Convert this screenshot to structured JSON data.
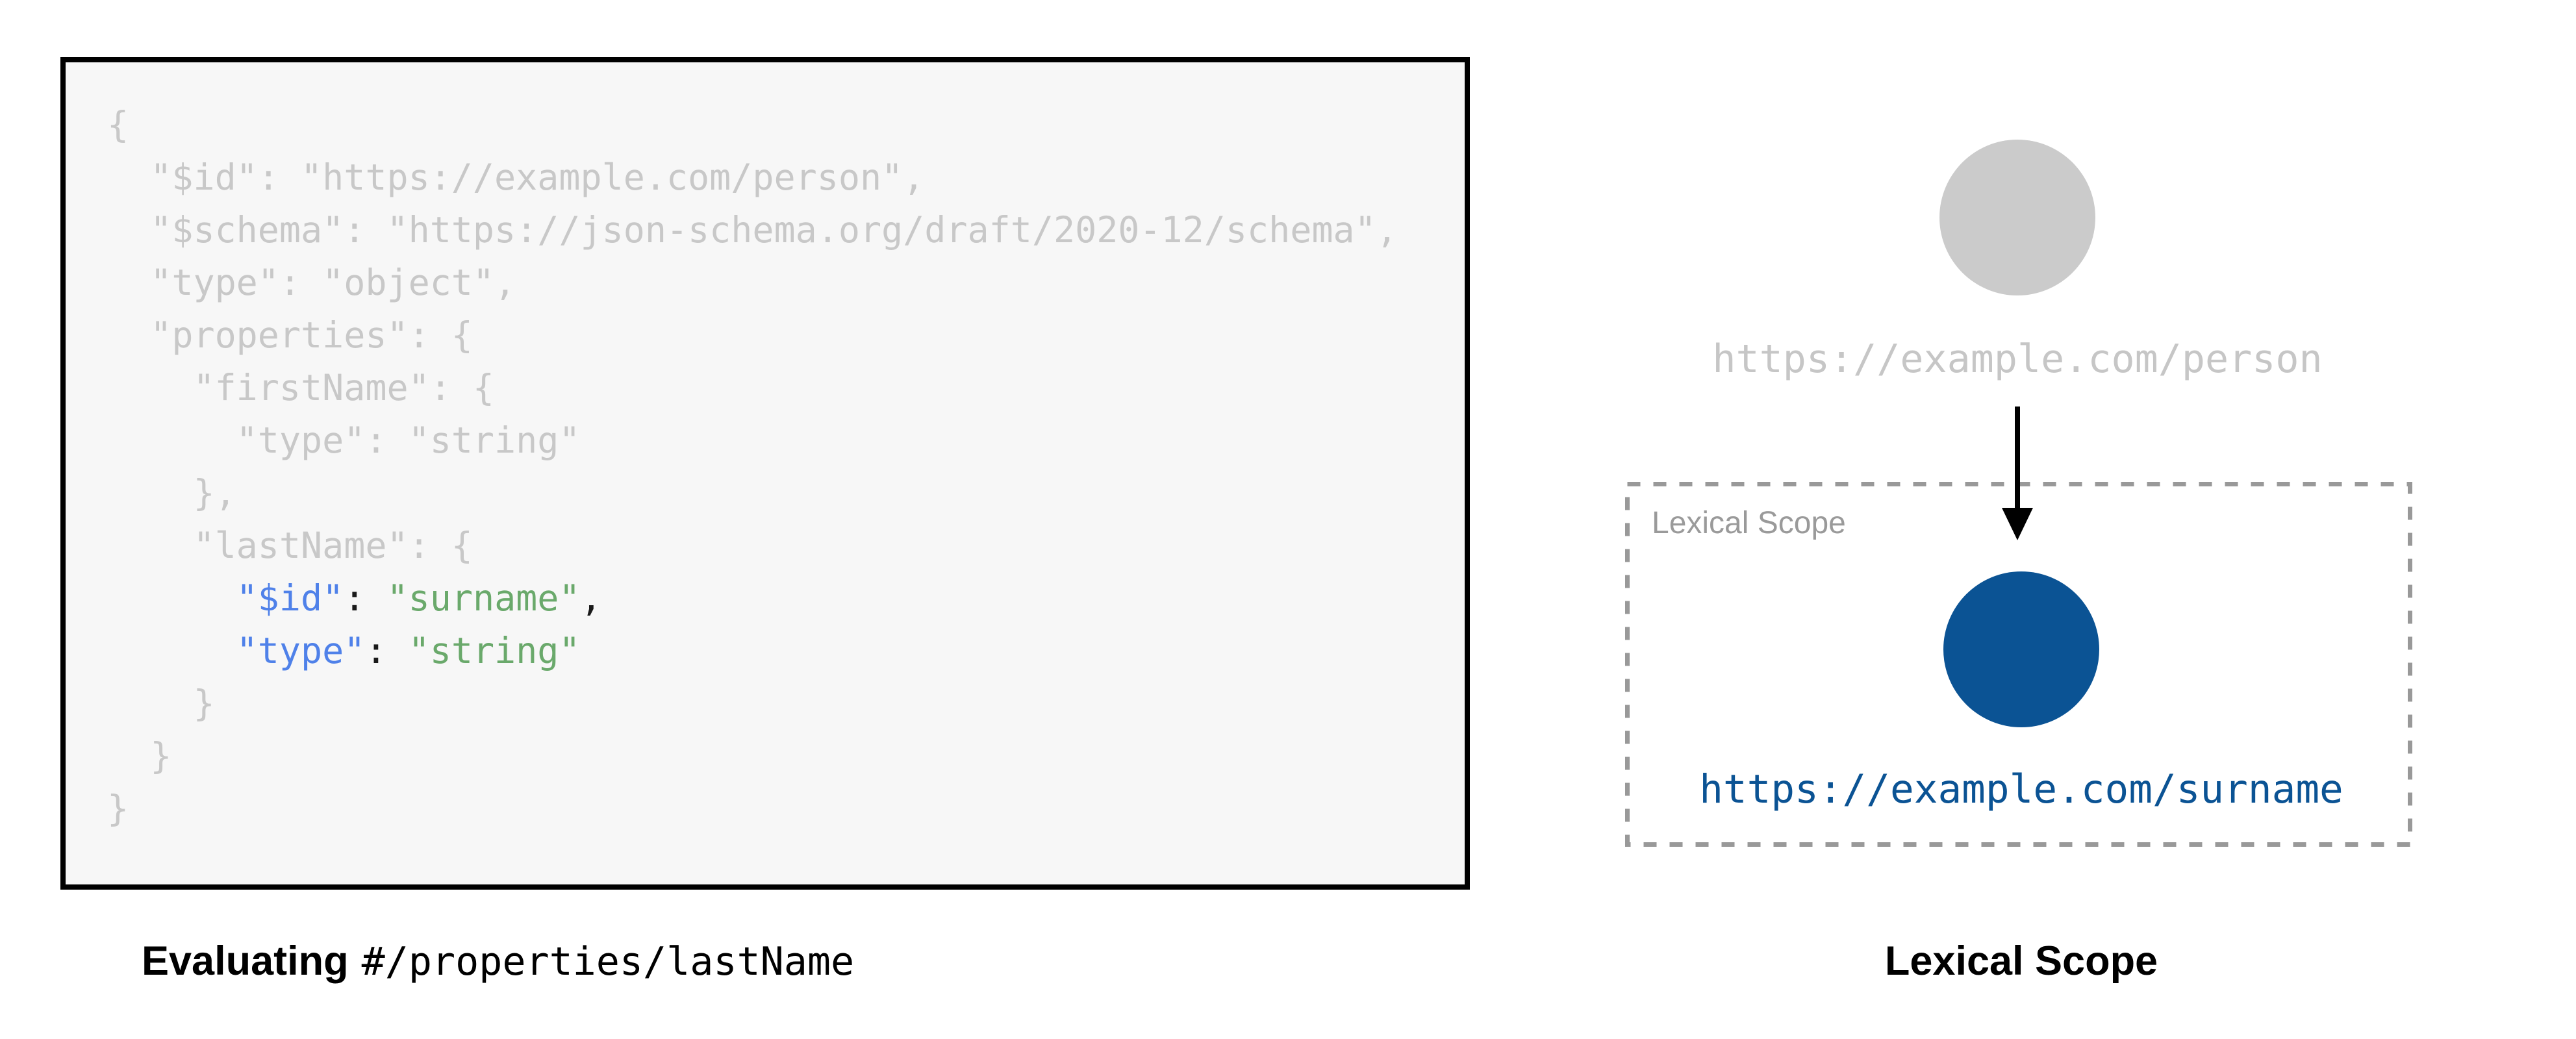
{
  "figure": {
    "background": "#FFFFFF"
  },
  "code_panel": {
    "background": "#F7F7F7",
    "border_color": "#000000",
    "colors": {
      "dim": "#C8C8C8",
      "key": "#4F81E9",
      "string": "#6AA96B",
      "punct": "#1A1A1A"
    },
    "lines": [
      [
        {
          "t": "{",
          "c": "dim"
        }
      ],
      [
        {
          "t": "  \"$id\": \"https://example.com/person\",",
          "c": "dim"
        }
      ],
      [
        {
          "t": "  \"$schema\": \"https://json-schema.org/draft/2020-12/schema\",",
          "c": "dim"
        }
      ],
      [
        {
          "t": "  \"type\": \"object\",",
          "c": "dim"
        }
      ],
      [
        {
          "t": "  \"properties\": {",
          "c": "dim"
        }
      ],
      [
        {
          "t": "    \"firstName\": {",
          "c": "dim"
        }
      ],
      [
        {
          "t": "      \"type\": \"string\"",
          "c": "dim"
        }
      ],
      [
        {
          "t": "    },",
          "c": "dim"
        }
      ],
      [
        {
          "t": "    \"lastName\": {",
          "c": "dim"
        }
      ],
      [
        {
          "t": "      ",
          "c": "dim"
        },
        {
          "t": "\"$id\"",
          "c": "key"
        },
        {
          "t": ": ",
          "c": "punct"
        },
        {
          "t": "\"surname\"",
          "c": "string"
        },
        {
          "t": ",",
          "c": "punct"
        }
      ],
      [
        {
          "t": "      ",
          "c": "dim"
        },
        {
          "t": "\"type\"",
          "c": "key"
        },
        {
          "t": ": ",
          "c": "punct"
        },
        {
          "t": "\"string\"",
          "c": "string"
        }
      ],
      [
        {
          "t": "    }",
          "c": "dim"
        }
      ],
      [
        {
          "t": "  }",
          "c": "dim"
        }
      ],
      [
        {
          "t": "}",
          "c": "dim"
        }
      ]
    ]
  },
  "left_caption": {
    "bold": "Evaluating",
    "code": "#/properties/lastName"
  },
  "diagram": {
    "parent_node": {
      "label": "https://example.com/person",
      "fill": "#CBCBCB",
      "label_color": "#C6C6C6"
    },
    "arrow_color": "#000000",
    "scope_box": {
      "label": "Lexical Scope",
      "border_color": "#999999",
      "label_color": "#9A9A9A"
    },
    "child_node": {
      "label": "https://example.com/surname",
      "fill": "#0B5394",
      "label_color": "#0B5394"
    }
  },
  "right_caption": {
    "bold": "Lexical Scope"
  }
}
